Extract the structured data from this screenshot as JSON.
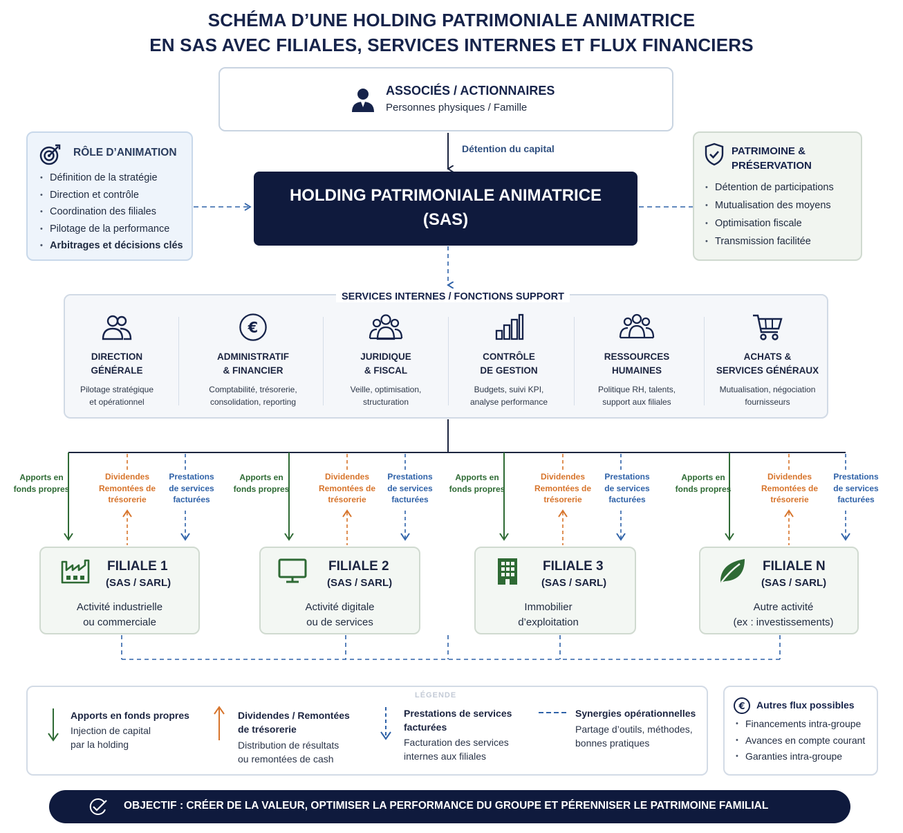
{
  "title": {
    "line1": "SCHÉMA D’UNE HOLDING PATRIMONIALE ANIMATRICE",
    "line2": "EN SAS AVEC FILIALES, SERVICES INTERNES ET FLUX FINANCIERS"
  },
  "associes": {
    "title": "ASSOCIÉS / ACTIONNAIRES",
    "subtitle": "Personnes physiques / Famille"
  },
  "detention_label": "Détention du capital",
  "holding": {
    "line1": "HOLDING PATRIMONIALE ANIMATRICE",
    "line2": "(SAS)"
  },
  "role": {
    "title": "RÔLE D’ANIMATION",
    "items": [
      "Définition de la stratégie",
      "Direction et contrôle",
      "Coordination des filiales",
      "Pilotage de la performance",
      "Arbitrages et décisions clés"
    ]
  },
  "patrimoine": {
    "title_line1": "PATRIMOINE &",
    "title_line2": "PRÉSERVATION",
    "items": [
      "Détention de participations",
      "Mutualisation des moyens",
      "Optimisation fiscale",
      "Transmission facilitée"
    ]
  },
  "services": {
    "title": "SERVICES INTERNES / FONCTIONS SUPPORT",
    "items": [
      {
        "t1": "DIRECTION",
        "t2": "GÉNÉRALE",
        "d1": "Pilotage stratégique",
        "d2": "et opérationnel",
        "icon": "people-icon"
      },
      {
        "t1": "ADMINISTRATIF",
        "t2": "& FINANCIER",
        "d1": "Comptabilité, trésorerie,",
        "d2": "consolidation, reporting",
        "icon": "euro-icon"
      },
      {
        "t1": "JURIDIQUE",
        "t2": "& FISCAL",
        "d1": "Veille, optimisation,",
        "d2": "structuration",
        "icon": "group-icon"
      },
      {
        "t1": "CONTRÔLE",
        "t2": "DE GESTION",
        "d1": "Budgets, suivi KPI,",
        "d2": "analyse performance",
        "icon": "bar-chart-icon"
      },
      {
        "t1": "RESSOURCES",
        "t2": "HUMAINES",
        "d1": "Politique RH, talents,",
        "d2": "support aux filiales",
        "icon": "team-icon"
      },
      {
        "t1": "ACHATS &",
        "t2": "SERVICES GÉNÉRAUX",
        "d1": "Mutualisation, négociation",
        "d2": "fournisseurs",
        "icon": "cart-icon"
      }
    ]
  },
  "flows": {
    "apports": [
      "Apports en",
      "fonds propres"
    ],
    "dividendes": [
      "Dividendes",
      "Remontées de",
      "trésorerie"
    ],
    "prestations": [
      "Prestations",
      "de services",
      "facturées"
    ]
  },
  "filiales": [
    {
      "name": "FILIALE 1",
      "type": "(SAS / SARL)",
      "d1": "Activité industrielle",
      "d2": "ou commerciale",
      "icon": "factory-icon"
    },
    {
      "name": "FILIALE 2",
      "type": "(SAS / SARL)",
      "d1": "Activité digitale",
      "d2": "ou de services",
      "icon": "monitor-icon"
    },
    {
      "name": "FILIALE 3",
      "type": "(SAS / SARL)",
      "d1": "Immobilier",
      "d2": "d’exploitation",
      "icon": "building-icon"
    },
    {
      "name": "FILIALE N",
      "type": "(SAS / SARL)",
      "d1": "Autre activité",
      "d2": "(ex : investissements)",
      "icon": "leaf-icon"
    }
  ],
  "legend": {
    "title": "LÉGENDE",
    "apports": {
      "t1": "Apports en fonds propres",
      "d1": "Injection de capital",
      "d2": "par la holding"
    },
    "dividendes": {
      "t1": "Dividendes / Remontées",
      "t2": "de trésorerie",
      "d1": "Distribution de résultats",
      "d2": "ou remontées de cash"
    },
    "prestations": {
      "t1": "Prestations de services",
      "t2": "facturées",
      "d1": "Facturation des services",
      "d2": "internes aux filiales"
    },
    "synergies": {
      "t1": "Synergies opérationnelles",
      "d1": "Partage d’outils, méthodes,",
      "d2": "bonnes pratiques"
    }
  },
  "autres": {
    "title": "Autres flux possibles",
    "items": [
      "Financements intra-groupe",
      "Avances en compte courant",
      "Garanties intra-groupe"
    ]
  },
  "objectif": "OBJECTIF : CRÉER DE LA VALEUR, OPTIMISER LA PERFORMANCE DU GROUPE ET PÉRENNISER LE PATRIMOINE FAMILIAL",
  "colors": {
    "navy": "#101b3d",
    "green": "#2e6a34",
    "orange": "#d7742b",
    "blue": "#2f62a8"
  }
}
